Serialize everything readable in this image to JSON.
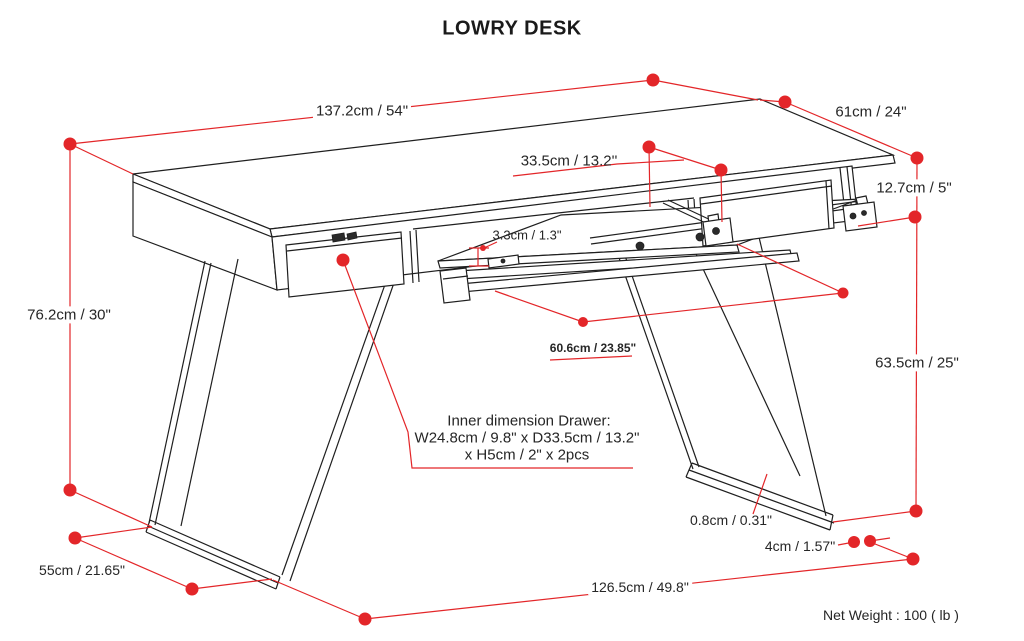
{
  "title": "LOWRY DESK",
  "dimensions": {
    "top_width": "137.2cm / 54\"",
    "top_depth": "61cm / 24\"",
    "apron_height": "12.7cm / 5\"",
    "tray_depth": "33.5cm / 13.2''",
    "tray_lip_height": "3.3cm / 1.3\"",
    "overall_height": "76.2cm / 30\"",
    "leg_height": "63.5cm / 25\"",
    "tray_width": "60.6cm / 23.85\"",
    "leg_thickness": "0.8cm / 0.31\"",
    "leg_bar_width": "4cm / 1.57\"",
    "base_depth": "55cm / 21.65\"",
    "base_width": "126.5cm / 49.8\""
  },
  "drawer_note": {
    "line1": "Inner dimension Drawer:",
    "line2": "W24.8cm / 9.8\" x D33.5cm / 13.2\"",
    "line3": "x H5cm / 2\" x 2pcs"
  },
  "footer": {
    "net_weight": "Net Weight : 100 ( lb )"
  },
  "colors": {
    "dimension_red": "#e32629",
    "line_black": "#1f1f1f"
  }
}
